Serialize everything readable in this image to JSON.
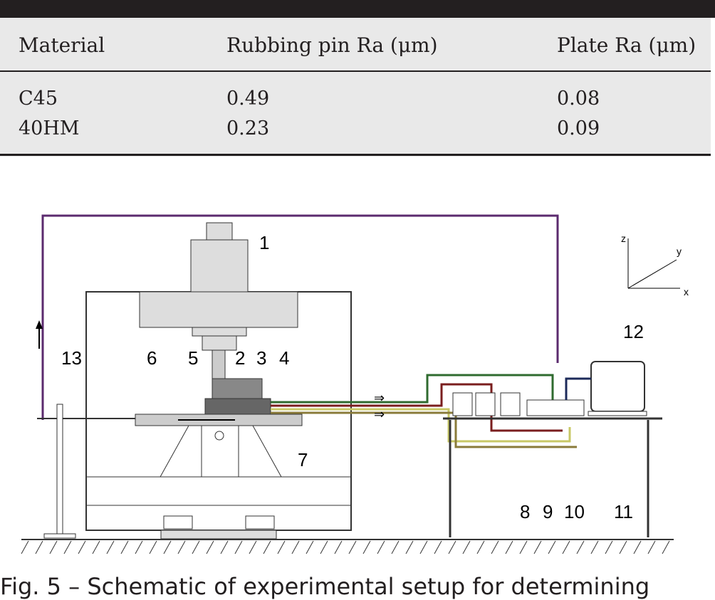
{
  "table": {
    "headers": [
      "Material",
      "Rubbing pin Ra (μm)",
      "Plate Ra (μm)"
    ],
    "rows": [
      [
        "C45",
        "0.49",
        "0.08"
      ],
      [
        "40HM",
        "0.23",
        "0.09"
      ]
    ]
  },
  "figure": {
    "labels": [
      "1",
      "2",
      "3",
      "4",
      "5",
      "6",
      "7",
      "8",
      "9",
      "10",
      "11",
      "12",
      "13"
    ],
    "axes": [
      "z",
      "y",
      "x"
    ]
  },
  "caption": "Fig. 5 – Schematic of experimental setup for determining"
}
